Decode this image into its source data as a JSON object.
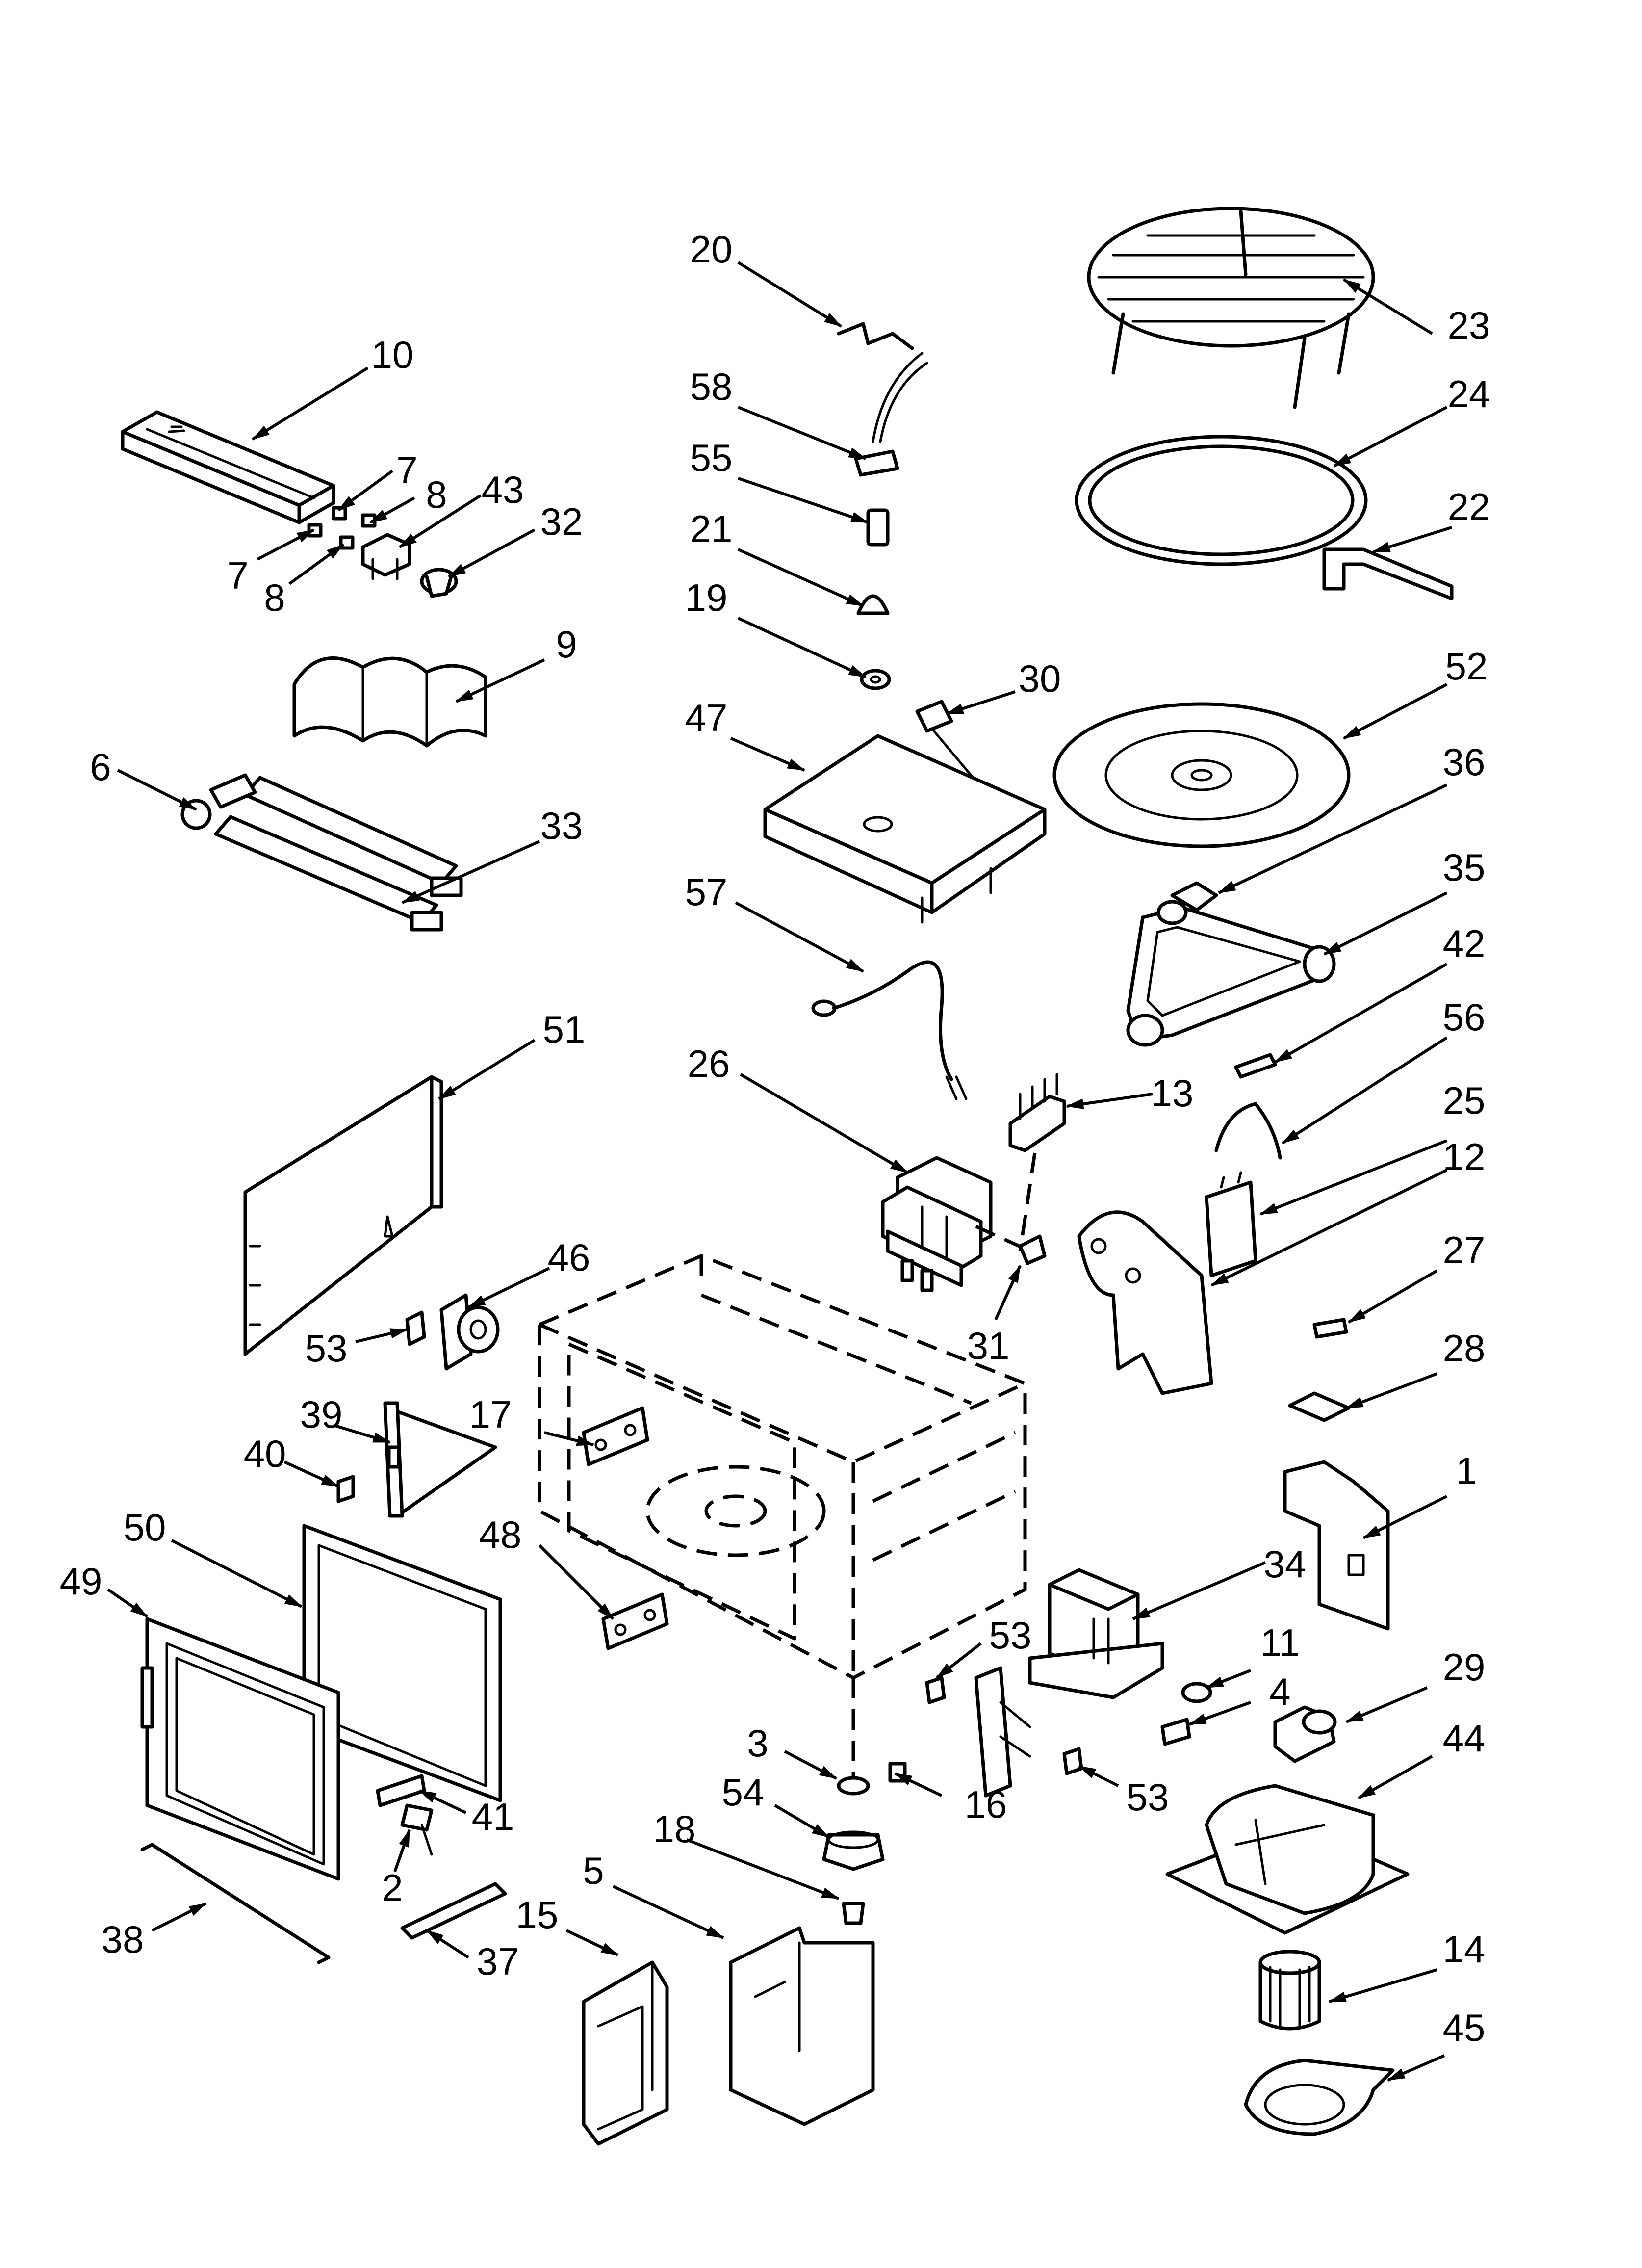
{
  "diagram": {
    "callout_labels": {
      "c1": "1",
      "c2": "2",
      "c3": "3",
      "c4": "4",
      "c5": "5",
      "c6": "6",
      "c7a": "7",
      "c7b": "7",
      "c8a": "8",
      "c8b": "8",
      "c9": "9",
      "c10": "10",
      "c11": "11",
      "c12": "12",
      "c13": "13",
      "c14": "14",
      "c15": "15",
      "c16": "16",
      "c17": "17",
      "c18": "18",
      "c19": "19",
      "c20": "20",
      "c21": "21",
      "c22": "22",
      "c23": "23",
      "c24": "24",
      "c25": "25",
      "c26": "26",
      "c27": "27",
      "c28": "28",
      "c29": "29",
      "c30": "30",
      "c31": "31",
      "c32": "32",
      "c33": "33",
      "c34": "34",
      "c35": "35",
      "c36": "36",
      "c37": "37",
      "c38": "38",
      "c39": "39",
      "c40": "40",
      "c41": "41",
      "c42": "42",
      "c43": "43",
      "c44": "44",
      "c45": "45",
      "c46": "46",
      "c47": "47",
      "c48": "48",
      "c49": "49",
      "c50": "50",
      "c51": "51",
      "c52": "52",
      "c53a": "53",
      "c53b": "53",
      "c53c": "53",
      "c54": "54",
      "c55": "55",
      "c56": "56",
      "c57": "57",
      "c58": "58"
    }
  }
}
